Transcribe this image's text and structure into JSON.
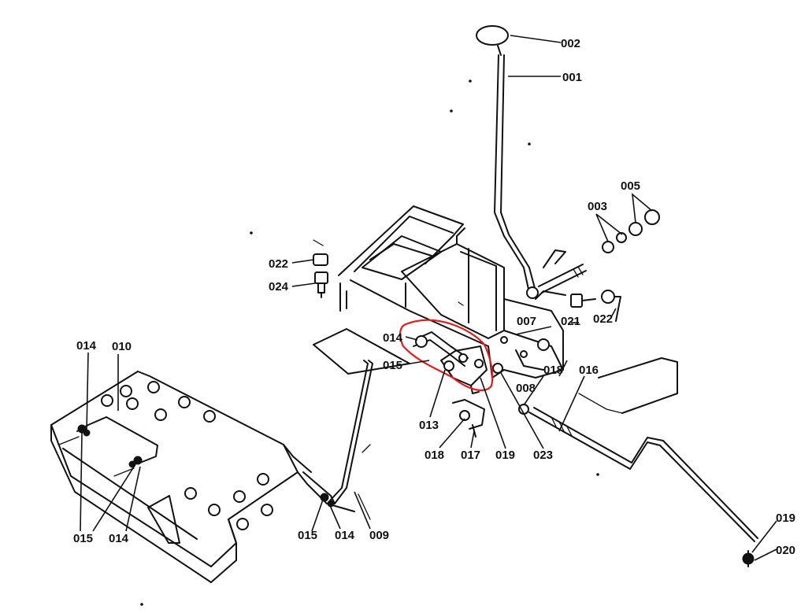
{
  "labels": {
    "p001": "001",
    "p002": "002",
    "p003": "003",
    "p005": "005",
    "p007": "007",
    "p008": "008",
    "p009": "009",
    "p010": "010",
    "p013": "013",
    "p014a": "014",
    "p014b": "014",
    "p014c": "014",
    "p014d": "014",
    "p015a": "015",
    "p015b": "015",
    "p015c": "015",
    "p016": "016",
    "p017": "017",
    "p018a": "018",
    "p018b": "018",
    "p019a": "019",
    "p019b": "019",
    "p020": "020",
    "p021": "021",
    "p022a": "022",
    "p022b": "022",
    "p023": "023",
    "p024": "024"
  },
  "colors": {
    "line": "#111111",
    "highlight": "#e41c1c",
    "background": "#ffffff"
  }
}
